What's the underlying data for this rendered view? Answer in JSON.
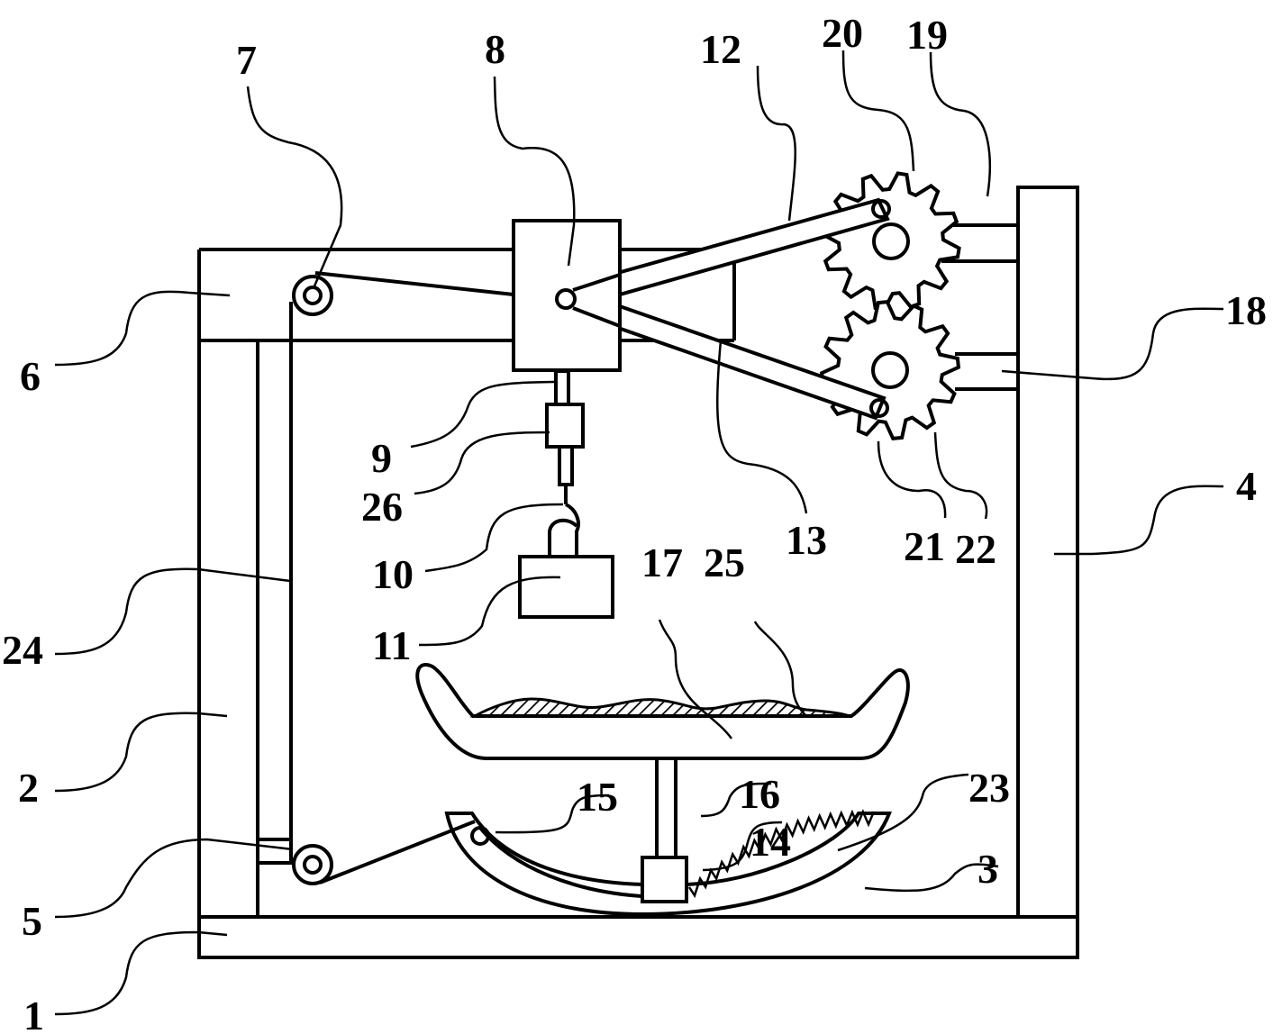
{
  "figure": {
    "type": "patent mechanical drawing",
    "line_color": "#000000",
    "background": "#ffffff"
  },
  "labels": [
    {
      "id": "1",
      "text": "1",
      "part": "base-plate"
    },
    {
      "id": "2",
      "text": "2",
      "part": "left-column"
    },
    {
      "id": "3",
      "text": "3",
      "part": "arc-guide-rail"
    },
    {
      "id": "4",
      "text": "4",
      "part": "right-column"
    },
    {
      "id": "5",
      "text": "5",
      "part": "lower-pulley"
    },
    {
      "id": "6",
      "text": "6",
      "part": "top-beam"
    },
    {
      "id": "7",
      "text": "7",
      "part": "upper-pulley"
    },
    {
      "id": "8",
      "text": "8",
      "part": "slider-block"
    },
    {
      "id": "9",
      "text": "9",
      "part": "connector"
    },
    {
      "id": "26",
      "text": "26",
      "part": "rod"
    },
    {
      "id": "10",
      "text": "10",
      "part": "hook"
    },
    {
      "id": "11",
      "text": "11",
      "part": "weight-block"
    },
    {
      "id": "12",
      "text": "12",
      "part": "upper-link"
    },
    {
      "id": "13",
      "text": "13",
      "part": "lower-link"
    },
    {
      "id": "17",
      "text": "17",
      "part": "tray"
    },
    {
      "id": "25",
      "text": "25",
      "part": "material"
    },
    {
      "id": "20",
      "text": "20",
      "part": "upper-gear"
    },
    {
      "id": "19",
      "text": "19",
      "part": "upper-bracket"
    },
    {
      "id": "18",
      "text": "18",
      "part": "lower-bracket"
    },
    {
      "id": "21",
      "text": "21",
      "part": "eccentric-pin"
    },
    {
      "id": "22",
      "text": "22",
      "part": "lower-gear"
    },
    {
      "id": "24",
      "text": "24",
      "part": "vertical-rope"
    },
    {
      "id": "15",
      "text": "15",
      "part": "rope-anchor"
    },
    {
      "id": "16",
      "text": "16",
      "part": "support-rod"
    },
    {
      "id": "14",
      "text": "14",
      "part": "slide-block"
    },
    {
      "id": "23",
      "text": "23",
      "part": "spring"
    }
  ]
}
